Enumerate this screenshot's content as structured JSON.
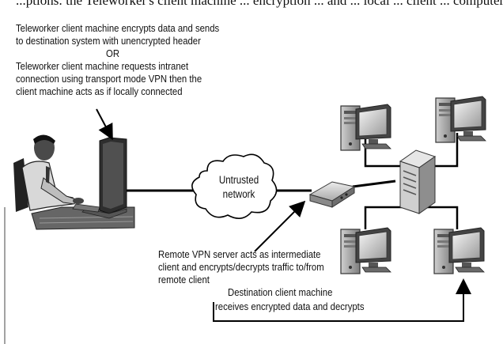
{
  "header_cut_text": "...ptions: the Teleworker's client machine ... encryption ... and ... local ... client ... computer",
  "teleworker_note": {
    "line1": "Teleworker client machine encrypts data and sends",
    "line2": "to destination system with unencrypted header",
    "or": "OR",
    "line3": "Teleworker client machine requests intranet",
    "line4": "connection using transport mode VPN then the",
    "line5": "client machine acts as if locally connected"
  },
  "cloud": {
    "line1": "Untrusted",
    "line2": "network"
  },
  "vpn_server_note": {
    "line1": "Remote VPN server acts as intermediate",
    "line2": "client and encrypts/decrypts traffic to/from",
    "line3": "remote client"
  },
  "destination_note": {
    "line1": "Destination client machine",
    "line2": "receives encrypted data and decrypts"
  },
  "icons": [
    "teleworker-person-icon",
    "workstation-icon",
    "cloud-icon",
    "vpn-server-icon",
    "server-tower-icon",
    "monitor-icon"
  ]
}
